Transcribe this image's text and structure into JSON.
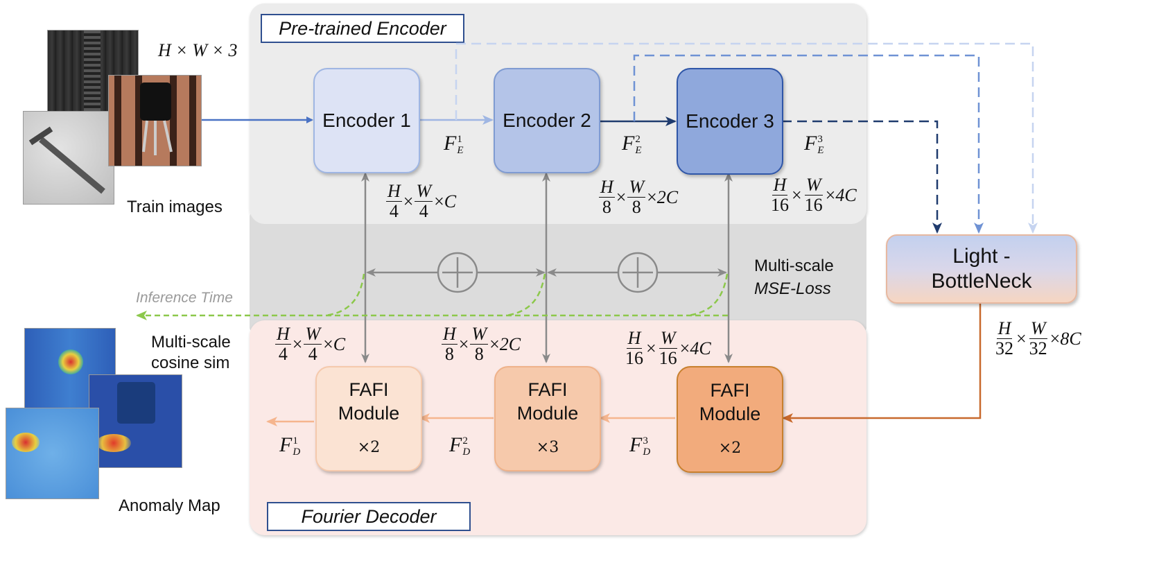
{
  "panels": {
    "encoder_label": "Pre-trained Encoder",
    "decoder_label": "Fourier Decoder"
  },
  "encoders": [
    "Encoder 1",
    "Encoder 2",
    "Encoder 3"
  ],
  "fafi": [
    {
      "line1": "FAFI",
      "line2": "Module",
      "rep": "×2"
    },
    {
      "line1": "FAFI",
      "line2": "Module",
      "rep": "×3"
    },
    {
      "line1": "FAFI",
      "line2": "Module",
      "rep": "×2"
    }
  ],
  "bottleneck": {
    "line1": "Light -",
    "line2": "BottleNeck"
  },
  "labels": {
    "train_images": "Train images",
    "input_shape": "H × W × 3",
    "anomaly_map": "Anomaly Map",
    "cosine_line1": "Multi-scale",
    "cosine_line2": "cosine sim",
    "mse_line1": "Multi-scale",
    "mse_line2": "MSE-Loss",
    "inference": "Inference Time"
  },
  "features": {
    "encoder": [
      {
        "sym": "F",
        "sub": "E",
        "sup": "1"
      },
      {
        "sym": "F",
        "sub": "E",
        "sup": "2"
      },
      {
        "sym": "F",
        "sub": "E",
        "sup": "3"
      }
    ],
    "decoder": [
      {
        "sym": "F",
        "sub": "D",
        "sup": "1"
      },
      {
        "sym": "F",
        "sub": "D",
        "sup": "2"
      },
      {
        "sym": "F",
        "sub": "D",
        "sup": "3"
      }
    ]
  },
  "shapes": {
    "s1": {
      "hn": "H",
      "hd": "4",
      "wn": "W",
      "wd": "4",
      "c": "C"
    },
    "s2": {
      "hn": "H",
      "hd": "8",
      "wn": "W",
      "wd": "8",
      "c": "2C"
    },
    "s3": {
      "hn": "H",
      "hd": "16",
      "wn": "W",
      "wd": "16",
      "c": "4C"
    },
    "s4": {
      "hn": "H",
      "hd": "32",
      "wn": "W",
      "wd": "32",
      "c": "8C"
    },
    "times": "×"
  },
  "colors": {
    "encoder1": "#dde3f5",
    "encoder2": "#b4c4e8",
    "encoder3": "#8fa8dc",
    "fafi1": "#fbe3d3",
    "fafi2": "#f6c9ab",
    "fafi3": "#f2ab7c",
    "arrow_blue": "#4a72c4",
    "arrow_dark": "#1f3b6e",
    "arrow_orange": "#c8692c",
    "inference_green": "#8cc84b"
  }
}
